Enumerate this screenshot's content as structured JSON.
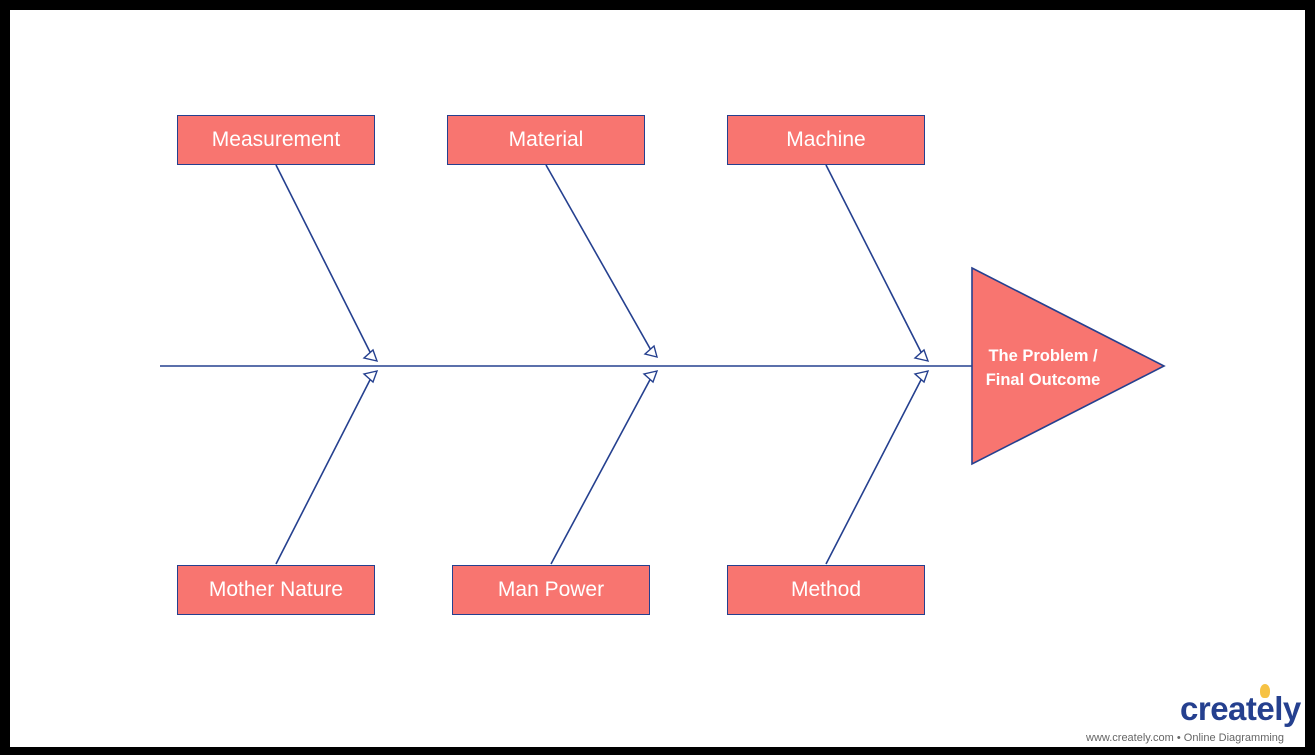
{
  "colors": {
    "box_fill": "#f87570",
    "line": "#25408f",
    "frame": "#000000",
    "canvas": "#ffffff"
  },
  "diagram": {
    "type": "fishbone",
    "head": {
      "line1": "The Problem /",
      "line2": "Final Outcome"
    },
    "top_causes": [
      {
        "label": "Measurement"
      },
      {
        "label": "Material"
      },
      {
        "label": "Machine"
      }
    ],
    "bottom_causes": [
      {
        "label": "Mother Nature"
      },
      {
        "label": "Man Power"
      },
      {
        "label": "Method"
      }
    ]
  },
  "watermark": {
    "brand": "creately",
    "tagline": "www.creately.com • Online Diagramming"
  }
}
